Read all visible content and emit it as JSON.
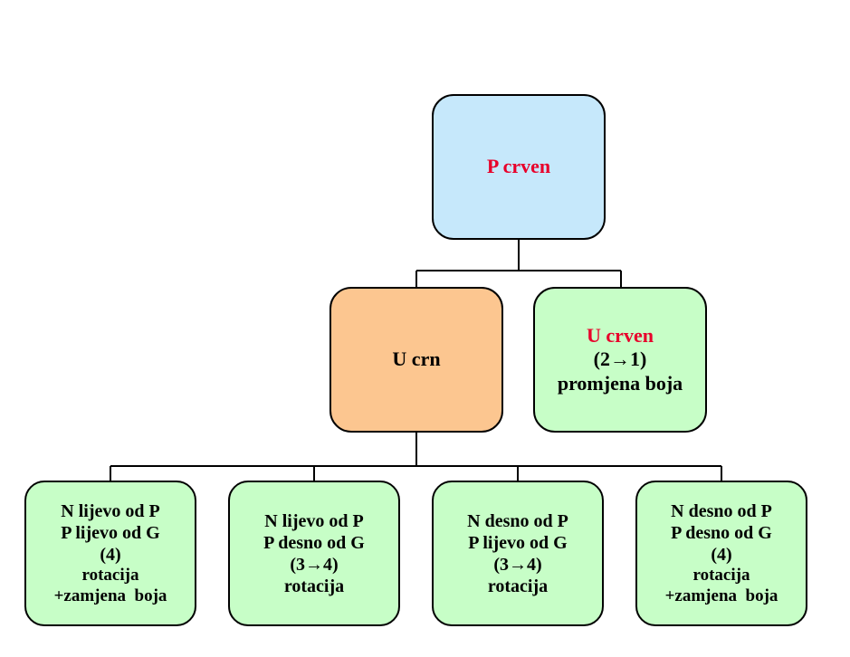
{
  "root": {
    "label": "P crven",
    "fill": "#c6e8fb",
    "text_color": "#e8002a"
  },
  "level2": [
    {
      "lines": [
        "U crn"
      ],
      "fill": "#fcc690"
    },
    {
      "title": "U crven",
      "lines": [
        "(2→1)",
        "promjena boja"
      ],
      "fill": "#c7fec7",
      "title_color": "#e8002a"
    }
  ],
  "leaves": [
    {
      "lines": [
        "N lijevo od P",
        "P lijevo od G",
        "(4)",
        "rotacija",
        "+zamjena  boja"
      ]
    },
    {
      "lines": [
        "N lijevo od P",
        "P desno od G",
        "(3→4)",
        "rotacija"
      ]
    },
    {
      "lines": [
        "N desno od P",
        "P lijevo od G",
        "(3→4)",
        "rotacija"
      ]
    },
    {
      "lines": [
        "N desno od P",
        "P desno od G",
        "(4)",
        "rotacija",
        "+zamjena  boja"
      ]
    }
  ]
}
